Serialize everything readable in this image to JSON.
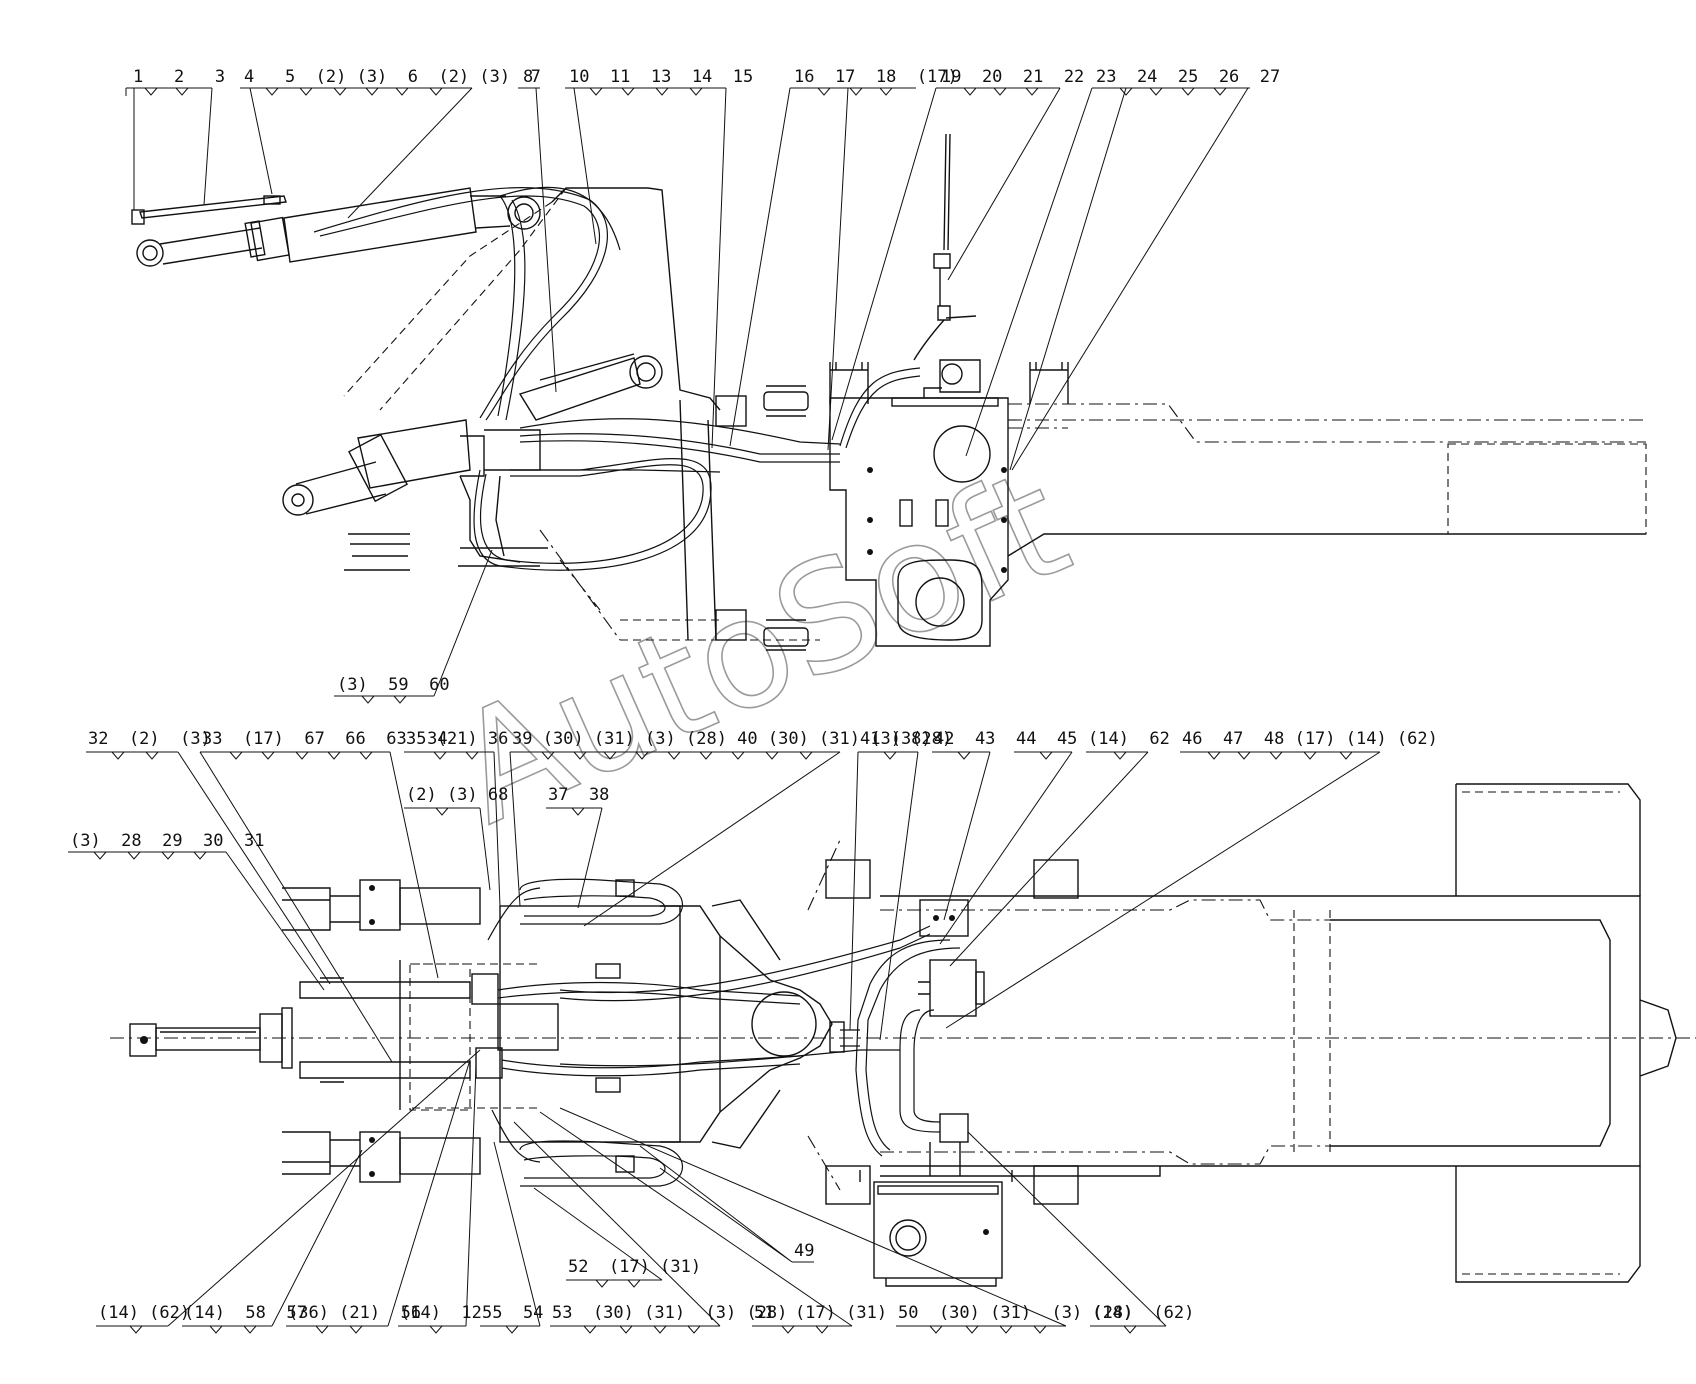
{
  "watermark": "AutoSoft",
  "top_callouts": [
    {
      "id": "t1",
      "text": "1   2   3"
    },
    {
      "id": "t2",
      "text": "4   5  (2) (3)  6  (2) (3)  7"
    },
    {
      "id": "t3",
      "text": "8"
    },
    {
      "id": "t4",
      "text": "10  11  13  14  15"
    },
    {
      "id": "t5",
      "text": "16  17  18  (17)"
    },
    {
      "id": "t6",
      "text": "19  20  21  22"
    },
    {
      "id": "t7",
      "text": "23  24  25  26  27"
    },
    {
      "id": "t8",
      "text": "(3)  59  60"
    }
  ],
  "bottom_header_callouts": [
    {
      "id": "b1",
      "text": "32  (2)  (3)"
    },
    {
      "id": "b2",
      "text": "33  (17)  67  66  63  34"
    },
    {
      "id": "b3",
      "text": "35 (21) 36"
    },
    {
      "id": "b4",
      "text": "39 (30) (31) (3) (28) 40 (30) (31) (3) (28)"
    },
    {
      "id": "b5",
      "text": "41 (38)"
    },
    {
      "id": "b6",
      "text": "42  43"
    },
    {
      "id": "b7",
      "text": "44  45"
    },
    {
      "id": "b8",
      "text": "(14)  62"
    },
    {
      "id": "b9",
      "text": "46  47  48 (17) (14) (62)"
    },
    {
      "id": "b10",
      "text": "(2) (3) 68"
    },
    {
      "id": "b11",
      "text": "37  38"
    },
    {
      "id": "b12",
      "text": "(3)  28  29  30  31"
    }
  ],
  "bottom_footer_callouts": [
    {
      "id": "f1",
      "text": "(14) (62)"
    },
    {
      "id": "f2",
      "text": "(14)  58  57"
    },
    {
      "id": "f3",
      "text": "(36) (21)  56"
    },
    {
      "id": "f4",
      "text": "(14)  12"
    },
    {
      "id": "f5",
      "text": "55  54"
    },
    {
      "id": "f6",
      "text": "53  (30) (31)  (3) (28)"
    },
    {
      "id": "f7",
      "text": "51  (17) (31)"
    },
    {
      "id": "f8",
      "text": "50  (30) (31)  (3) (28)"
    },
    {
      "id": "f9",
      "text": "(14)  (62)"
    },
    {
      "id": "f10",
      "text": "52  (17) (31)"
    },
    {
      "id": "f11",
      "text": "49"
    }
  ]
}
